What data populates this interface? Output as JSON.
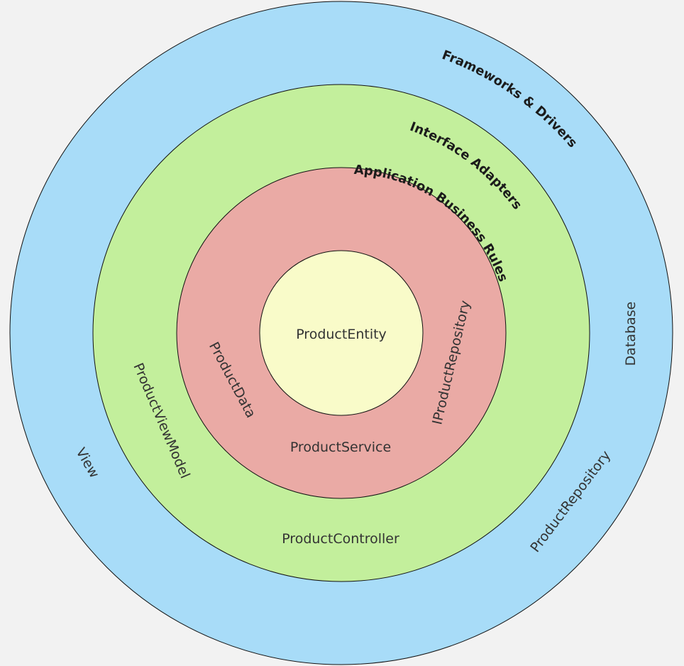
{
  "layers": {
    "frameworks": {
      "title": "Frameworks & Drivers",
      "fill": "#a8dcf8"
    },
    "adapters": {
      "title": "Interface Adapters",
      "fill": "#c3ef9c"
    },
    "application": {
      "title": "Application Business Rules",
      "fill": "#eaaaa5"
    },
    "entities": {
      "fill": "#f9fbc9"
    }
  },
  "components": {
    "product_entity": "ProductEntity",
    "product_data": "ProductData",
    "product_service": "ProductService",
    "iproduct_repository": "IProductRepository",
    "product_view_model": "ProductViewModel",
    "product_controller": "ProductController",
    "view": "View",
    "database": "Database",
    "product_repository": "ProductRepository"
  }
}
